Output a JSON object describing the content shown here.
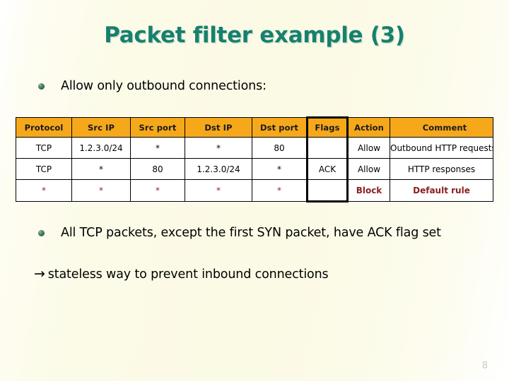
{
  "slide": {
    "title": "Packet filter example (3)",
    "page_number": "8",
    "title_color": "#17806e",
    "header_color": "#f6a81b",
    "deny_color": "#8b1f1f",
    "background_color": "#fbfae4"
  },
  "bullets": [
    {
      "id": "intro",
      "text": "Allow only outbound connections:",
      "bullet_icon": "green-sphere-bullet"
    },
    {
      "id": "ack-note",
      "text": "All TCP packets, except the first SYN packet, have ACK flag set",
      "bullet_icon": "green-sphere-bullet"
    }
  ],
  "conclusion": {
    "arrow": "→",
    "text": "stateless way to prevent inbound connections"
  },
  "table": {
    "highlight_column": "Flags",
    "columns": [
      "Protocol",
      "Src IP",
      "Src port",
      "Dst IP",
      "Dst port",
      "Flags",
      "Action",
      "Comment"
    ],
    "rows": [
      {
        "protocol": "TCP",
        "src_ip": "1.2.3.0/24",
        "src_port": "*",
        "dst_ip": "*",
        "dst_port": "80",
        "flags": "",
        "action": "Allow",
        "comment": "Outbound HTTP requests"
      },
      {
        "protocol": "TCP",
        "src_ip": "*",
        "src_port": "80",
        "dst_ip": "1.2.3.0/24",
        "dst_port": "*",
        "flags": "ACK",
        "action": "Allow",
        "comment": "HTTP responses"
      },
      {
        "protocol": "*",
        "src_ip": "*",
        "src_port": "*",
        "dst_ip": "*",
        "dst_port": "*",
        "flags": "",
        "action": "Block",
        "comment": "Default rule"
      }
    ]
  }
}
